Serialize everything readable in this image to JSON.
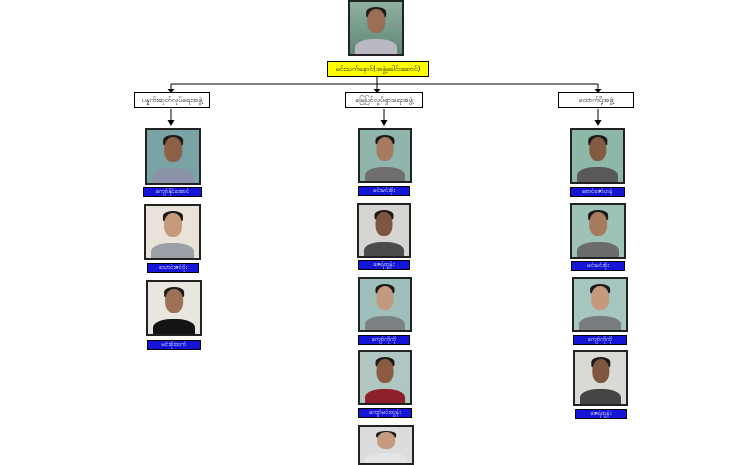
{
  "leader": {
    "title": "မင်းသက်နောင်(အဖွဲ့ခေါင်းဆောင်)"
  },
  "groups": [
    {
      "label": "ပန္နက်းဆုတ်လုပ်ရေးအဖွဲ့",
      "members": [
        "ကျော်နိုင်အောင်",
        "သောင်းဇင်ဝိုး",
        "မင်းစိုးထက်"
      ]
    },
    {
      "label": "မြေပြင်လှုပ်ရှားရေးအဖွဲ့",
      "members": [
        "မင်းမင်းစိုး",
        "ဇေရဲထွန်း",
        "ကျော်ကိုကို",
        "ကျော်မင်းထွန်း",
        ""
      ]
    },
    {
      "label": "ထောက်ပို့အဖွဲ့",
      "members": [
        "စောင်ဇော်ဟန်",
        "မင်းမင်းစိုး",
        "ကျော်ကိုကို",
        "ဇေရဲထွန်း"
      ]
    }
  ]
}
